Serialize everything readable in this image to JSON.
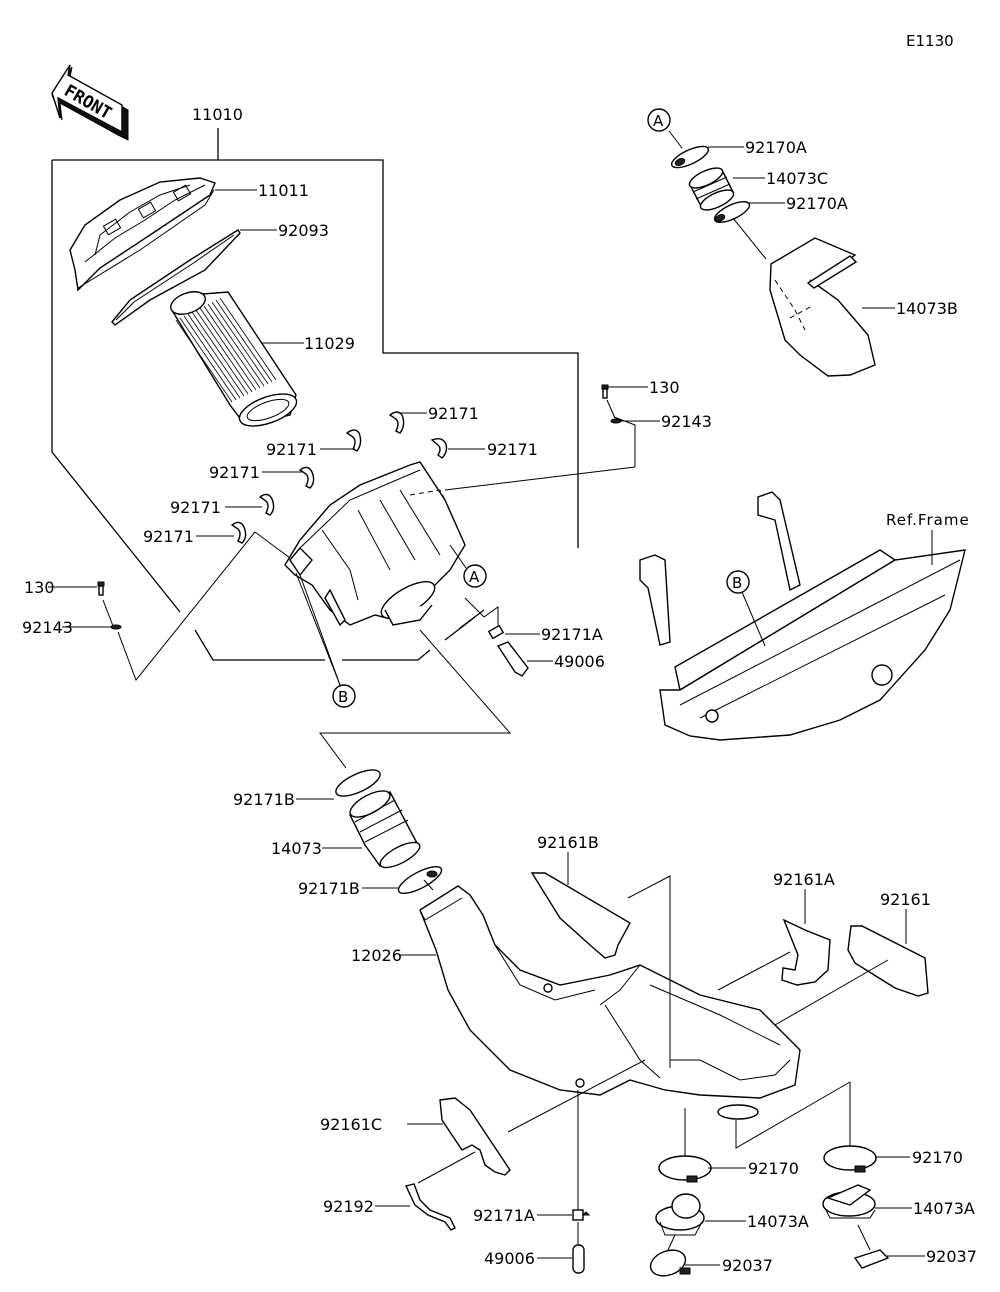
{
  "diagram": {
    "code": "E1130",
    "front_label": "FRONT",
    "ref_frame_label": "Ref.Frame",
    "markers": {
      "a": "A",
      "b": "B"
    },
    "parts": {
      "p11010": "11010",
      "p11011": "11011",
      "p92093": "92093",
      "p11029": "11029",
      "p92171_1": "92171",
      "p92171_2": "92171",
      "p92171_3": "92171",
      "p92171_4": "92171",
      "p92171_5": "92171",
      "p92171_6": "92171",
      "p130_left": "130",
      "p92143_left": "92143",
      "p130_right": "130",
      "p92143_right": "92143",
      "p92171A_top": "92171A",
      "p49006_top": "49006",
      "p92170A_1": "92170A",
      "p14073C": "14073C",
      "p92170A_2": "92170A",
      "p14073B": "14073B",
      "p92171B_1": "92171B",
      "p14073": "14073",
      "p92171B_2": "92171B",
      "p12026": "12026",
      "p92161B": "92161B",
      "p92161A": "92161A",
      "p92161": "92161",
      "p92161C": "92161C",
      "p92192": "92192",
      "p92171A_bottom": "92171A",
      "p49006_bottom": "49006",
      "p92170_left": "92170",
      "p14073A_left": "14073A",
      "p92037_left": "92037",
      "p92170_right": "92170",
      "p14073A_right": "14073A",
      "p92037_right": "92037"
    }
  }
}
